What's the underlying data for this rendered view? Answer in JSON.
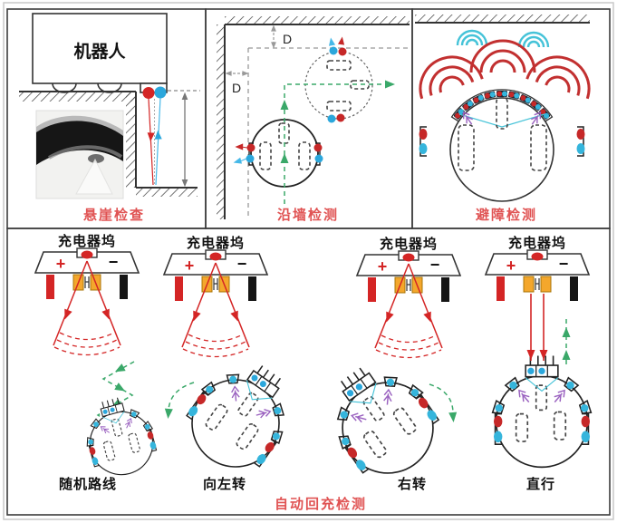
{
  "diagram": {
    "title_implicit": "robot-sensor-detection-diagram",
    "panels": {
      "cliff": {
        "caption": "悬崖检查",
        "robot_label": "机器人"
      },
      "wall_follow": {
        "caption": "沿墙检测",
        "distance_label_top": "D",
        "distance_label_left": "D"
      },
      "obstacle": {
        "caption": "避障检测"
      },
      "auto_recharge": {
        "caption": "自动回充检测",
        "dock_label": "充电器坞",
        "plus_label": "+",
        "minus_label": "−",
        "scenarios": [
          {
            "label": "随机路线"
          },
          {
            "label": "向左转"
          },
          {
            "label": "右转"
          },
          {
            "label": "直行"
          }
        ]
      }
    },
    "colors": {
      "emitter_red": "#d42525",
      "receiver_blue": "#2ba7dc",
      "wave_red": "#c23030",
      "signal_cyan": "#45c3d8",
      "path_green": "#3aa869",
      "contact_orange": "#f4a72c",
      "caption_red": "#e05353",
      "arrow_purple": "#9b63c0",
      "outline": "#333333"
    }
  }
}
